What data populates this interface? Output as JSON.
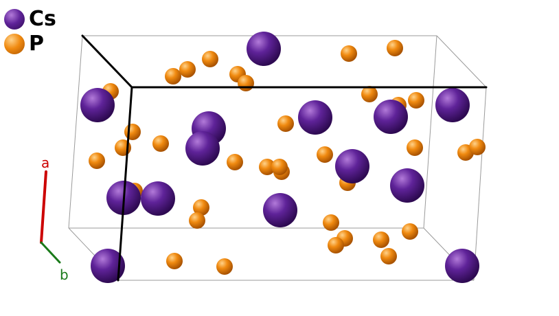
{
  "legend": [
    {
      "key": "Cs",
      "label": "Cs",
      "color": "#5a1e96"
    },
    {
      "key": "P",
      "label": "P",
      "color": "#f08a10"
    }
  ],
  "axes": {
    "a": {
      "label": "a",
      "color": "#cc0000"
    },
    "b": {
      "label": "b",
      "color": "#1a7a1a"
    }
  }
}
